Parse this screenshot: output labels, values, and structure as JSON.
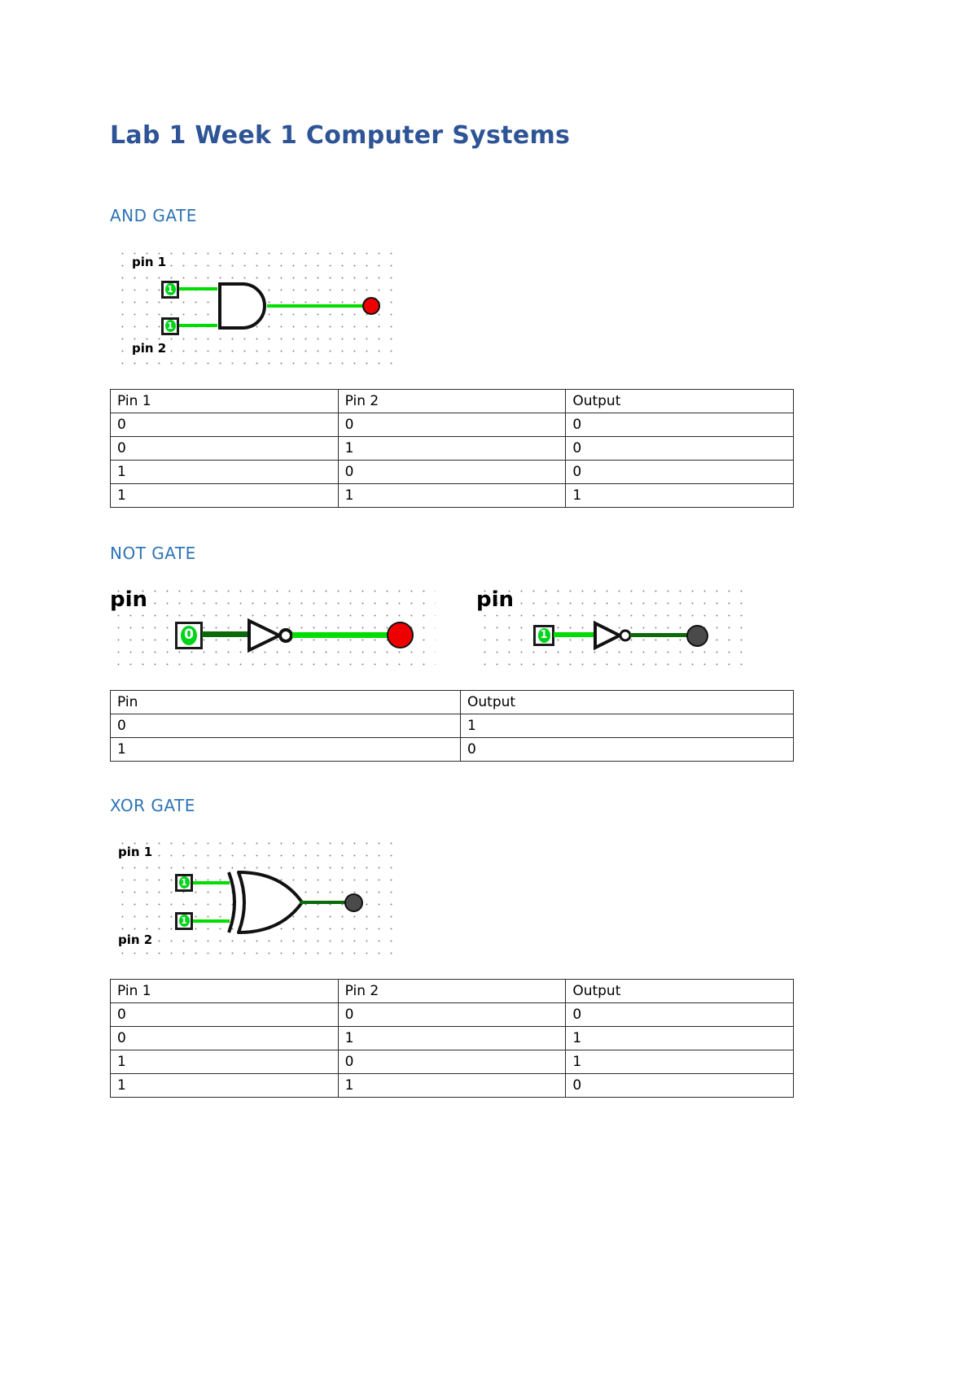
{
  "document": {
    "title": "Lab 1 Week 1 Computer Systems"
  },
  "sections": [
    {
      "id": "and",
      "heading": "AND GATE",
      "circuit": {
        "type": "and-gate",
        "pin1_label": "pin 1",
        "pin2_label": "pin 2",
        "pin1_value": "1",
        "pin2_value": "1",
        "output_state": "on",
        "output_color": "#ee0000",
        "wire_on_color": "#00dd00",
        "wire_off_color": "#0b6b0b"
      },
      "table": {
        "headers": [
          "Pin 1",
          "Pin 2",
          "Output"
        ],
        "rows": [
          [
            "0",
            "0",
            "0"
          ],
          [
            "0",
            "1",
            "0"
          ],
          [
            "1",
            "0",
            "0"
          ],
          [
            "1",
            "1",
            "1"
          ]
        ]
      }
    },
    {
      "id": "not",
      "heading": "NOT GATE",
      "circuits": [
        {
          "type": "not-gate",
          "pin_label": "pin",
          "pin_value": "0",
          "input_wire": "off",
          "output_wire": "on",
          "output_state": "on"
        },
        {
          "type": "not-gate",
          "pin_label": "pin",
          "pin_value": "1",
          "input_wire": "on",
          "output_wire": "off",
          "output_state": "off"
        }
      ],
      "table": {
        "headers": [
          "Pin",
          "Output"
        ],
        "rows": [
          [
            "0",
            "1"
          ],
          [
            "1",
            "0"
          ]
        ]
      }
    },
    {
      "id": "xor",
      "heading": "XOR GATE",
      "circuit": {
        "type": "xor-gate",
        "pin1_label": "pin 1",
        "pin2_label": "pin 2",
        "pin1_value": "1",
        "pin2_value": "1",
        "output_state": "off",
        "output_color": "#4a4a4a"
      },
      "table": {
        "headers": [
          "Pin 1",
          "Pin 2",
          "Output"
        ],
        "rows": [
          [
            "0",
            "0",
            "0"
          ],
          [
            "0",
            "1",
            "1"
          ],
          [
            "1",
            "0",
            "1"
          ],
          [
            "1",
            "1",
            "0"
          ]
        ]
      }
    }
  ]
}
